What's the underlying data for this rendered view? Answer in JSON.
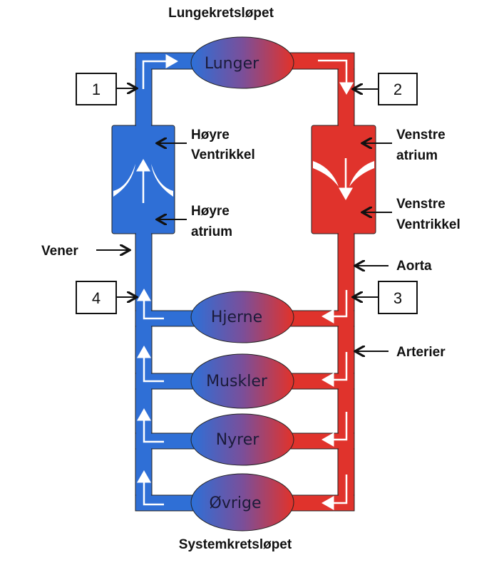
{
  "titles": {
    "top": "Lungekretsløpet",
    "bottom": "Systemkretsløpet"
  },
  "organs": {
    "lungs": "Lunger",
    "brain": "Hjerne",
    "muscles": "Muskler",
    "kidneys": "Nyrer",
    "other": "Øvrige"
  },
  "labels": {
    "right_ventricle": [
      "Høyre",
      "Ventrikkel"
    ],
    "right_atrium": [
      "Høyre",
      "atrium"
    ],
    "left_atrium": [
      "Venstre",
      "atrium"
    ],
    "left_ventricle": [
      "Venstre",
      "Ventrikkel"
    ],
    "veins": "Vener",
    "aorta": "Aorta",
    "arteries": "Arterier"
  },
  "numbered_boxes": [
    "1",
    "2",
    "3",
    "4"
  ],
  "colors": {
    "venous": "#2f6fd6",
    "arterial": "#e0332c",
    "mixed": "#7a4f9a"
  }
}
